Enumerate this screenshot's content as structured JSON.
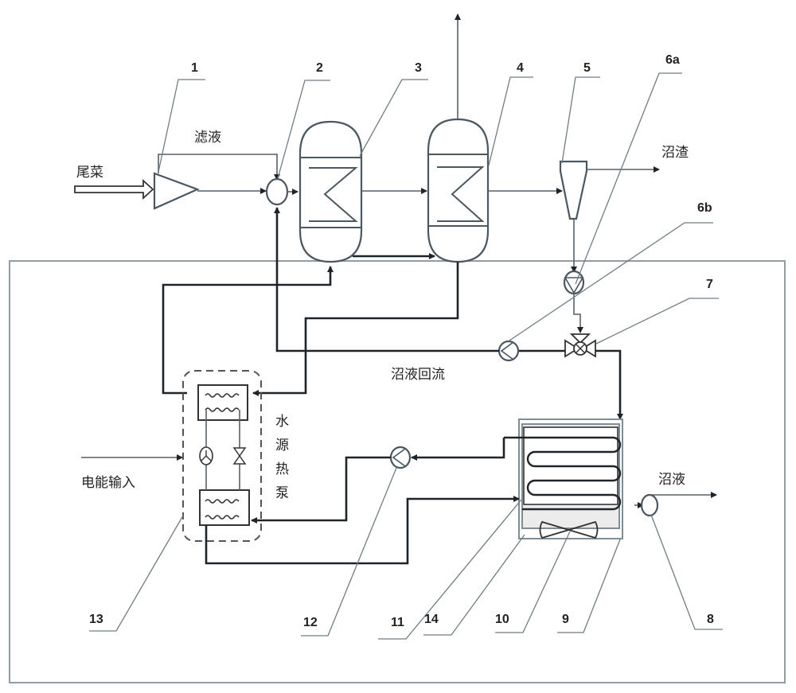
{
  "title": "Tail vegetable anaerobic digestion system with water-source heat pump",
  "labels": {
    "feed": "尾菜",
    "filtrate": "滤液",
    "digestate_residue": "沼渣",
    "digestate_reflux": "沼液回流",
    "power_input": "电能输入",
    "heat_pump_1": "水",
    "heat_pump_2": "源",
    "heat_pump_3": "热",
    "heat_pump_4": "泵",
    "digestate_liquid": "沼液"
  },
  "callouts": [
    "1",
    "2",
    "3",
    "4",
    "5",
    "6a",
    "6b",
    "7",
    "8",
    "9",
    "10",
    "11",
    "12",
    "13",
    "14"
  ],
  "components": [
    {
      "id": "1",
      "name": "crusher-separator"
    },
    {
      "id": "2",
      "name": "mixing-tank"
    },
    {
      "id": "3",
      "name": "digester-1"
    },
    {
      "id": "4",
      "name": "digester-2"
    },
    {
      "id": "5",
      "name": "solid-liquid-separator"
    },
    {
      "id": "6a",
      "name": "pump-6a"
    },
    {
      "id": "6b",
      "name": "pump-6b"
    },
    {
      "id": "7",
      "name": "three-way-valve"
    },
    {
      "id": "8",
      "name": "outlet-pump"
    },
    {
      "id": "9",
      "name": "storage-tank"
    },
    {
      "id": "10",
      "name": "mixer"
    },
    {
      "id": "11",
      "name": "coil-heat-exchanger"
    },
    {
      "id": "12",
      "name": "circulation-pump"
    },
    {
      "id": "13",
      "name": "water-source-heat-pump"
    },
    {
      "id": "14",
      "name": "tank-inner-layer"
    }
  ]
}
